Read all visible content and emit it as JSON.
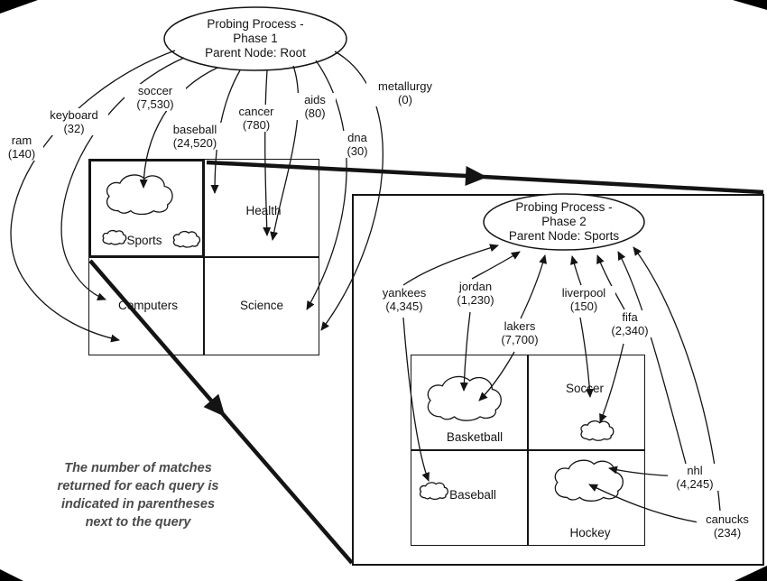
{
  "colors": {
    "ink": "#141414",
    "caption_gray": "#4a4a4a"
  },
  "phase1": {
    "ellipse": {
      "line1": "Probing Process -",
      "line2": "Phase 1",
      "line3": "Parent Node: Root"
    },
    "queries": [
      {
        "label": "ram",
        "count": "(140)"
      },
      {
        "label": "keyboard",
        "count": "(32)"
      },
      {
        "label": "soccer",
        "count": "(7,530)"
      },
      {
        "label": "baseball",
        "count": "(24,520)"
      },
      {
        "label": "cancer",
        "count": "(780)"
      },
      {
        "label": "aids",
        "count": "(80)"
      },
      {
        "label": "dna",
        "count": "(30)"
      },
      {
        "label": "metallurgy",
        "count": "(0)"
      }
    ],
    "quadrants": {
      "top_left": "Sports",
      "top_right": "Health",
      "bottom_left": "Computers",
      "bottom_right": "Science"
    }
  },
  "phase2": {
    "ellipse": {
      "line1": "Probing Process -",
      "line2": "Phase 2",
      "line3": "Parent Node: Sports"
    },
    "queries": [
      {
        "label": "yankees",
        "count": "(4,345)"
      },
      {
        "label": "jordan",
        "count": "(1,230)"
      },
      {
        "label": "lakers",
        "count": "(7,700)"
      },
      {
        "label": "liverpool",
        "count": "(150)"
      },
      {
        "label": "fifa",
        "count": "(2,340)"
      },
      {
        "label": "nhl",
        "count": "(4,245)"
      },
      {
        "label": "canucks",
        "count": "(234)"
      }
    ],
    "quadrants": {
      "top_left": "Basketball",
      "top_right": "Soccer",
      "bottom_left": "Baseball",
      "bottom_right": "Hockey"
    }
  },
  "caption": {
    "line1": "The number of matches",
    "line2": "returned for each query is",
    "line3": "indicated in parentheses",
    "line4": "next to the query"
  }
}
